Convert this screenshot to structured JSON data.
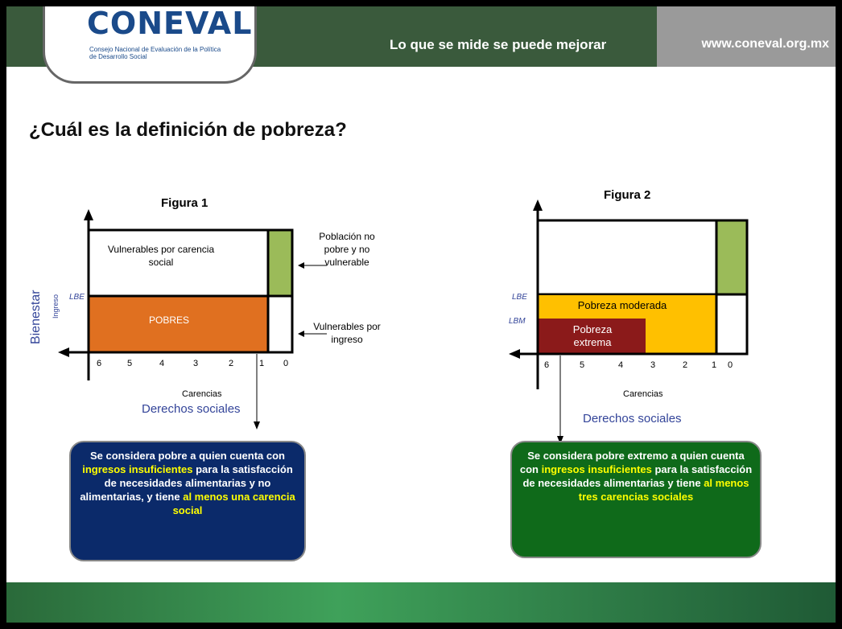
{
  "header": {
    "logo_text": "CONEVAL",
    "logo_subtitle": "Consejo Nacional de Evaluación de la Política de Desarrollo Social",
    "tagline": "Lo que se mide se puede mejorar",
    "url": "www.coneval.org.mx"
  },
  "title": "¿Cuál es la definición de pobreza?",
  "figure1": {
    "title": "Figura 1",
    "y_axis_label": "Bienestar",
    "y_axis_sublabel": "Ingreso",
    "lbe_label": "LBE",
    "x_ticks": [
      "6",
      "5",
      "4",
      "3",
      "2",
      "1",
      "0"
    ],
    "x_axis_sublabel": "Carencias",
    "x_axis_label": "Derechos sociales",
    "box_vulnerables_carencia": "Vulnerables por carencia social",
    "box_pobres": "POBRES",
    "label_no_pobre": "Población no pobre y no vulnerable",
    "label_vulnerables_ingreso": "Vulnerables por ingreso",
    "callout": {
      "part1": "Se considera pobre a quien cuenta con ",
      "highlight1": "ingresos insuficientes",
      "part2": " para la satisfacción de necesidades alimentarias y no alimentarias, y tiene ",
      "highlight2": "al menos una carencia social"
    }
  },
  "figure2": {
    "title": "Figura 2",
    "lbe_label": "LBE",
    "lbm_label": "LBM",
    "x_ticks": [
      "6",
      "5",
      "4",
      "3",
      "2",
      "1",
      "0"
    ],
    "x_axis_sublabel": "Carencias",
    "x_axis_label": "Derechos sociales",
    "box_moderada": "Pobreza moderada",
    "box_extrema": "Pobreza extrema",
    "callout": {
      "part1": "Se considera pobre  extremo a quien cuenta con ",
      "highlight1": "ingresos insuficientes",
      "part2": " para la satisfacción de necesidades alimentarias y tiene ",
      "highlight2": "al menos tres carencias sociales"
    }
  },
  "colors": {
    "orange": "#e07020",
    "green_box": "#9bbb59",
    "yellow": "#ffc000",
    "dark_red": "#8b1a1a",
    "callout1_bg": "#0b2a6a",
    "callout2_bg": "#0f6a1a",
    "highlight": "#ffff00"
  }
}
